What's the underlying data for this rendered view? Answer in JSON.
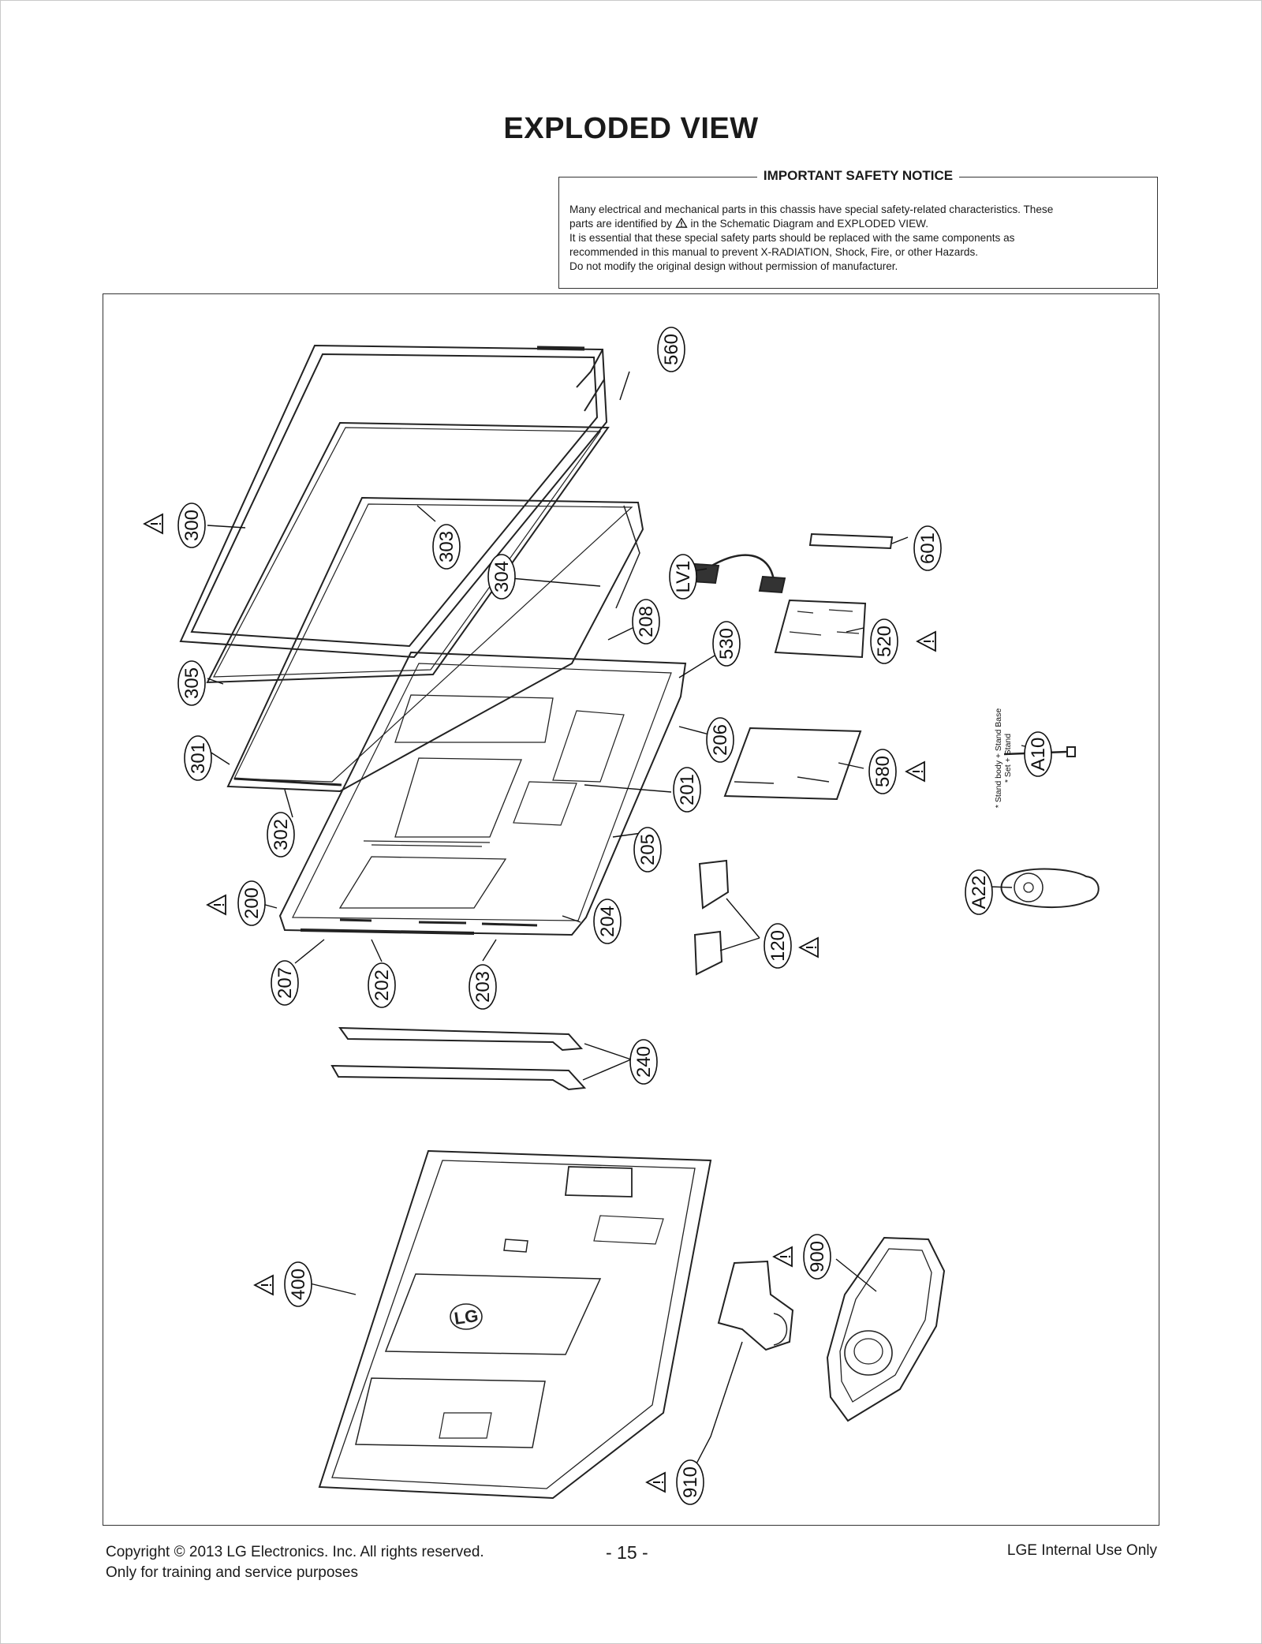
{
  "page": {
    "title": "EXPLODED VIEW"
  },
  "notice": {
    "heading": "IMPORTANT SAFETY NOTICE",
    "line1": "Many electrical and mechanical parts in this chassis have special safety-related characteristics. These",
    "line2a": "parts are identified by",
    "line2b": "in the Schematic Diagram and EXPLODED VIEW.",
    "line3": "It is essential that these special safety parts should be replaced with the same components as",
    "line4": "recommended in this manual to prevent X-RADIATION, Shock, Fire, or other Hazards.",
    "line5": "Do not modify the original design without permission of manufacturer."
  },
  "parts": {
    "p560": "560",
    "p300": "300",
    "p303": "303",
    "p304": "304",
    "p601": "601",
    "pLV1": "LV1",
    "p208": "208",
    "p530": "530",
    "p520": "520",
    "p305": "305",
    "p206": "206",
    "p580": "580",
    "pA10": "A10",
    "p301": "301",
    "p201": "201",
    "p302": "302",
    "p205": "205",
    "p200": "200",
    "p204": "204",
    "pA22": "A22",
    "p120": "120",
    "p207": "207",
    "p202": "202",
    "p203": "203",
    "p240": "240",
    "p400": "400",
    "p900": "900",
    "p910": "910"
  },
  "stand_note": {
    "line1": "* Stand body + Stand Base",
    "line2": "* Set + Stand"
  },
  "logo_text": "LG",
  "footer": {
    "copyright": "Copyright  © 2013  LG Electronics. Inc. All rights reserved.",
    "purpose": "Only for training and service purposes",
    "page_number": "- 15 -",
    "internal": "LGE Internal Use Only"
  }
}
